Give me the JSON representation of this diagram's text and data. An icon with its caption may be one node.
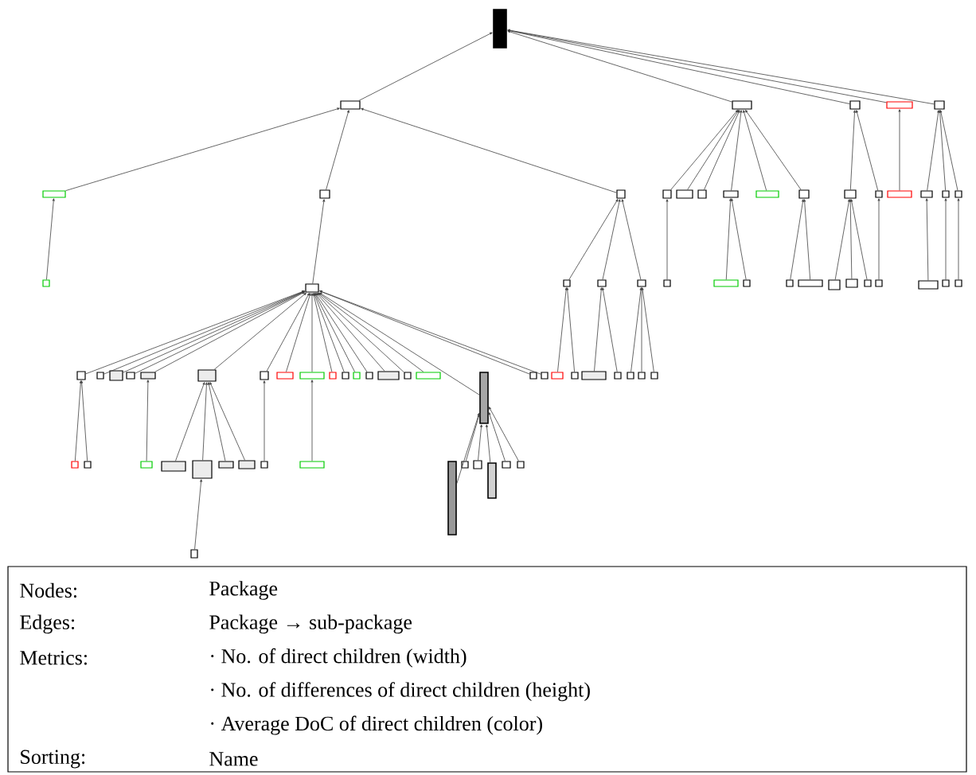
{
  "diagram": {
    "nodes": [
      {
        "text": [],
        "shape": "bar"
      },
      {
        "text": [],
        "shape": "box"
      },
      {
        "text": [],
        "shape": "box"
      },
      {
        "text": [],
        "shape": "box"
      },
      {
        "text": [],
        "shape": "box"
      },
      {
        "text": [],
        "shape": "box"
      },
      {
        "text": [],
        "shape": "box"
      },
      {
        "text": [],
        "shape": "box"
      },
      {
        "text": [],
        "shape": "box"
      },
      {
        "text": [],
        "shape": "box"
      },
      {
        "text": [],
        "shape": "box"
      },
      {
        "text": [],
        "shape": "box"
      },
      {
        "text": [],
        "shape": "box"
      },
      {
        "text": [],
        "shape": "box"
      },
      {
        "text": [],
        "shape": "box"
      },
      {
        "text": [],
        "shape": "box"
      },
      {
        "text": [],
        "shape": "box"
      },
      {
        "text": [],
        "shape": "box"
      },
      {
        "text": [],
        "shape": "box"
      },
      {
        "text": [],
        "shape": "box"
      },
      {
        "text": [],
        "shape": "box"
      },
      {
        "text": [],
        "shape": "box"
      },
      {
        "text": [],
        "shape": "box"
      },
      {
        "text": [],
        "shape": "box"
      },
      {
        "text": [],
        "shape": "box"
      },
      {
        "text": [],
        "shape": "box"
      },
      {
        "text": [],
        "shape": "box"
      },
      {
        "text": [],
        "shape": "box"
      },
      {
        "text": [],
        "shape": "box"
      },
      {
        "text": [],
        "shape": "box"
      },
      {
        "text": [],
        "shape": "box"
      },
      {
        "text": [],
        "shape": "box"
      },
      {
        "text": [],
        "shape": "box"
      },
      {
        "text": [],
        "shape": "box"
      },
      {
        "text": [],
        "shape": "box"
      },
      {
        "text": [],
        "shape": "box"
      },
      {
        "text": [],
        "shape": "box"
      },
      {
        "text": [],
        "shape": "box"
      },
      {
        "text": [],
        "shape": "box"
      },
      {
        "text": [],
        "shape": "box"
      },
      {
        "text": [],
        "shape": "box"
      },
      {
        "text": [],
        "shape": "box"
      },
      {
        "text": [],
        "shape": "box"
      },
      {
        "text": [],
        "shape": "box"
      },
      {
        "text": [],
        "shape": "box"
      },
      {
        "text": [],
        "shape": "box"
      },
      {
        "text": [],
        "shape": "box"
      },
      {
        "text": [],
        "shape": "box"
      },
      {
        "text": [],
        "shape": "box"
      },
      {
        "text": [],
        "shape": "box"
      },
      {
        "text": [],
        "shape": "box"
      },
      {
        "text": [],
        "shape": "box"
      },
      {
        "text": [],
        "shape": "box"
      },
      {
        "text": [],
        "shape": "box"
      },
      {
        "text": [],
        "shape": "bar"
      },
      {
        "text": [],
        "shape": "box"
      },
      {
        "text": [],
        "shape": "box"
      },
      {
        "text": [],
        "shape": "box"
      },
      {
        "text": [],
        "shape": "box"
      },
      {
        "text": [],
        "shape": "box"
      },
      {
        "text": [],
        "shape": "box"
      },
      {
        "text": [],
        "shape": "box"
      },
      {
        "text": [],
        "shape": "box"
      },
      {
        "text": [],
        "shape": "box"
      },
      {
        "text": [],
        "shape": "box"
      },
      {
        "text": [],
        "shape": "box"
      },
      {
        "text": [],
        "shape": "box"
      },
      {
        "text": [],
        "shape": "box"
      },
      {
        "text": [],
        "shape": "box"
      },
      {
        "text": [],
        "shape": "box"
      },
      {
        "text": [],
        "shape": "box"
      },
      {
        "text": [],
        "shape": "box"
      },
      {
        "text": [],
        "shape": "box"
      },
      {
        "text": [],
        "shape": "bar"
      },
      {
        "text": [],
        "shape": "box"
      },
      {
        "text": [],
        "shape": "box"
      },
      {
        "text": [],
        "shape": "bar"
      },
      {
        "text": [],
        "shape": "box"
      },
      {
        "text": [],
        "shape": "box"
      },
      {
        "text": [],
        "shape": "box"
      }
    ],
    "edges": [
      {
        "from": 1,
        "to": 0,
        "arrow": "to"
      },
      {
        "from": 2,
        "to": 0,
        "arrow": "to"
      },
      {
        "from": 3,
        "to": 0,
        "arrow": "to"
      },
      {
        "from": 4,
        "to": 0,
        "arrow": "to"
      },
      {
        "from": 5,
        "to": 0,
        "arrow": "to"
      },
      {
        "from": 6,
        "to": 1,
        "arrow": "to"
      },
      {
        "from": 7,
        "to": 1,
        "arrow": "to"
      },
      {
        "from": 8,
        "to": 1,
        "arrow": "to"
      },
      {
        "from": 9,
        "to": 2,
        "arrow": "to"
      },
      {
        "from": 10,
        "to": 2,
        "arrow": "to"
      },
      {
        "from": 11,
        "to": 2,
        "arrow": "to"
      },
      {
        "from": 12,
        "to": 2,
        "arrow": "to"
      },
      {
        "from": 13,
        "to": 2,
        "arrow": "to"
      },
      {
        "from": 14,
        "to": 2,
        "arrow": "to"
      },
      {
        "from": 15,
        "to": 3,
        "arrow": "to"
      },
      {
        "from": 16,
        "to": 3,
        "arrow": "to"
      },
      {
        "from": 17,
        "to": 4,
        "arrow": "to"
      },
      {
        "from": 18,
        "to": 5,
        "arrow": "to"
      },
      {
        "from": 19,
        "to": 5,
        "arrow": "to"
      },
      {
        "from": 20,
        "to": 5,
        "arrow": "to"
      },
      {
        "from": 21,
        "to": 6,
        "arrow": "to"
      },
      {
        "from": 22,
        "to": 7,
        "arrow": "to"
      },
      {
        "from": 23,
        "to": 8,
        "arrow": "to"
      },
      {
        "from": 24,
        "to": 8,
        "arrow": "to"
      },
      {
        "from": 25,
        "to": 8,
        "arrow": "to"
      },
      {
        "from": 26,
        "to": 9,
        "arrow": "to"
      },
      {
        "from": 27,
        "to": 12,
        "arrow": "to"
      },
      {
        "from": 28,
        "to": 12,
        "arrow": "to"
      },
      {
        "from": 29,
        "to": 14,
        "arrow": "to"
      },
      {
        "from": 30,
        "to": 14,
        "arrow": "to"
      },
      {
        "from": 31,
        "to": 15,
        "arrow": "to"
      },
      {
        "from": 32,
        "to": 15,
        "arrow": "to"
      },
      {
        "from": 33,
        "to": 15,
        "arrow": "to"
      },
      {
        "from": 34,
        "to": 16,
        "arrow": "to"
      },
      {
        "from": 35,
        "to": 18,
        "arrow": "to"
      },
      {
        "from": 36,
        "to": 19,
        "arrow": "to"
      },
      {
        "from": 37,
        "to": 20,
        "arrow": "to"
      },
      {
        "from": 38,
        "to": 22,
        "arrow": "to"
      },
      {
        "from": 39,
        "to": 22,
        "arrow": "to"
      },
      {
        "from": 40,
        "to": 22,
        "arrow": "to"
      },
      {
        "from": 41,
        "to": 22,
        "arrow": "to"
      },
      {
        "from": 42,
        "to": 22,
        "arrow": "to"
      },
      {
        "from": 43,
        "to": 22,
        "arrow": "to"
      },
      {
        "from": 44,
        "to": 22,
        "arrow": "to"
      },
      {
        "from": 45,
        "to": 22,
        "arrow": "to"
      },
      {
        "from": 46,
        "to": 22,
        "arrow": "to"
      },
      {
        "from": 47,
        "to": 22,
        "arrow": "to"
      },
      {
        "from": 48,
        "to": 22,
        "arrow": "to"
      },
      {
        "from": 49,
        "to": 22,
        "arrow": "to"
      },
      {
        "from": 50,
        "to": 22,
        "arrow": "to"
      },
      {
        "from": 51,
        "to": 22,
        "arrow": "to"
      },
      {
        "from": 52,
        "to": 22,
        "arrow": "to"
      },
      {
        "from": 53,
        "to": 22,
        "arrow": "to"
      },
      {
        "from": 54,
        "to": 22,
        "arrow": "to"
      },
      {
        "from": 55,
        "to": 22,
        "arrow": "to"
      },
      {
        "from": 56,
        "to": 22,
        "arrow": "to"
      },
      {
        "from": 57,
        "to": 23,
        "arrow": "to"
      },
      {
        "from": 58,
        "to": 23,
        "arrow": "to"
      },
      {
        "from": 59,
        "to": 24,
        "arrow": "to"
      },
      {
        "from": 60,
        "to": 24,
        "arrow": "to"
      },
      {
        "from": 61,
        "to": 25,
        "arrow": "to"
      },
      {
        "from": 62,
        "to": 25,
        "arrow": "to"
      },
      {
        "from": 63,
        "to": 25,
        "arrow": "to"
      },
      {
        "from": 64,
        "to": 38,
        "arrow": "to"
      },
      {
        "from": 65,
        "to": 38,
        "arrow": "to"
      },
      {
        "from": 66,
        "to": 42,
        "arrow": "to"
      },
      {
        "from": 67,
        "to": 43,
        "arrow": "to"
      },
      {
        "from": 68,
        "to": 43,
        "arrow": "to"
      },
      {
        "from": 69,
        "to": 43,
        "arrow": "to"
      },
      {
        "from": 70,
        "to": 43,
        "arrow": "to"
      },
      {
        "from": 71,
        "to": 44,
        "arrow": "to"
      },
      {
        "from": 72,
        "to": 46,
        "arrow": "to"
      },
      {
        "from": 73,
        "to": 54,
        "arrow": "to"
      },
      {
        "from": 74,
        "to": 54,
        "arrow": "to"
      },
      {
        "from": 75,
        "to": 54,
        "arrow": "to"
      },
      {
        "from": 76,
        "to": 54,
        "arrow": "to"
      },
      {
        "from": 77,
        "to": 54,
        "arrow": "to"
      },
      {
        "from": 78,
        "to": 54,
        "arrow": "to"
      },
      {
        "from": 79,
        "to": 68,
        "arrow": "to"
      }
    ],
    "labels": [
      "Nodes:",
      "Package",
      "Edges:",
      "Package → sub-package",
      "Metrics:",
      "· No. of direct children (width)",
      "· No. of differences of direct children (height)",
      "· Average DoC of direct children (color)",
      "Sorting:",
      "Name"
    ]
  }
}
